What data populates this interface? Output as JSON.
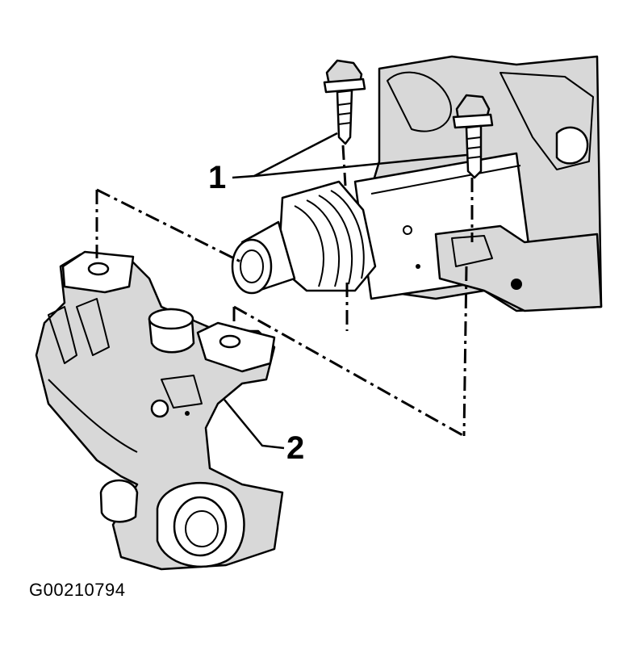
{
  "figure": {
    "callouts": [
      {
        "number": "1",
        "part": "bolts"
      },
      {
        "number": "2",
        "part": "bracket"
      }
    ],
    "figure_code": "G00210794"
  }
}
